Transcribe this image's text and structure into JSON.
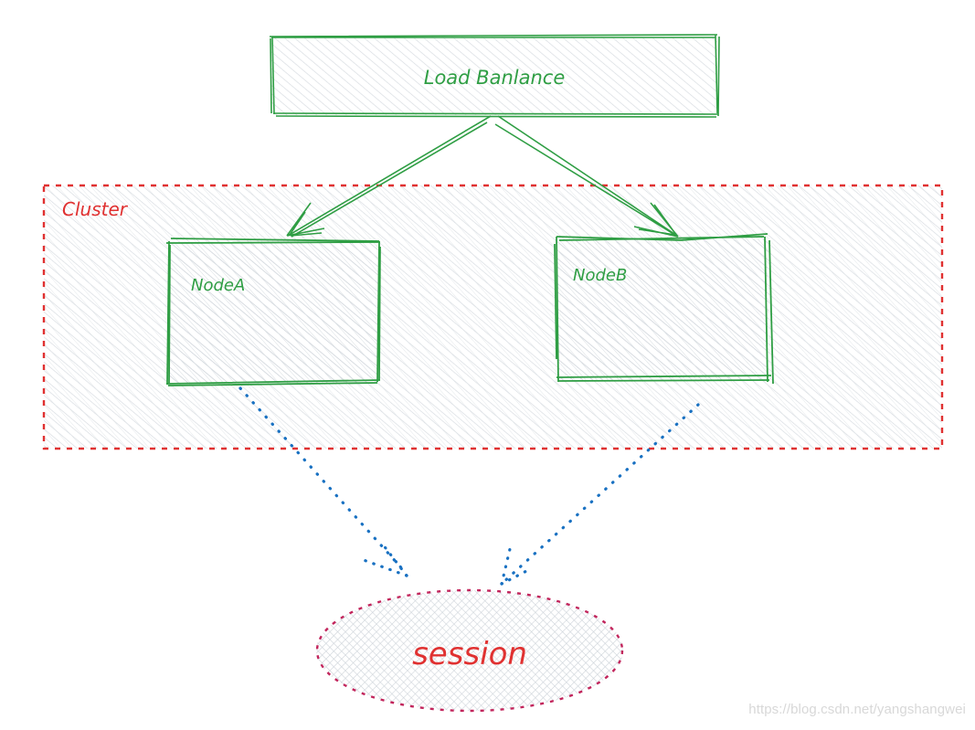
{
  "diagram": {
    "title": "Load balancer cluster session sharing",
    "nodes": {
      "load_balancer": {
        "label": "Load Banlance"
      },
      "cluster": {
        "label": "Cluster"
      },
      "node_a": {
        "label": "NodeA"
      },
      "node_b": {
        "label": "NodeB"
      },
      "session": {
        "label": "session"
      }
    },
    "edges": [
      {
        "from": "load_balancer",
        "to": "node_a",
        "style": "solid-arrow"
      },
      {
        "from": "load_balancer",
        "to": "node_b",
        "style": "solid-arrow"
      },
      {
        "from": "node_a",
        "to": "session",
        "style": "dotted-arrow"
      },
      {
        "from": "node_b",
        "to": "session",
        "style": "dotted-arrow"
      }
    ]
  },
  "colors": {
    "box_stroke": "#2f9e44",
    "cluster_stroke": "#e03131",
    "session_stroke": "#c2255c",
    "dotted_arrow": "#1971c2",
    "hatch": "#ced4da",
    "label_green": "#2f9e44",
    "label_red": "#e03131"
  },
  "watermark": "https://blog.csdn.net/yangshangwei"
}
